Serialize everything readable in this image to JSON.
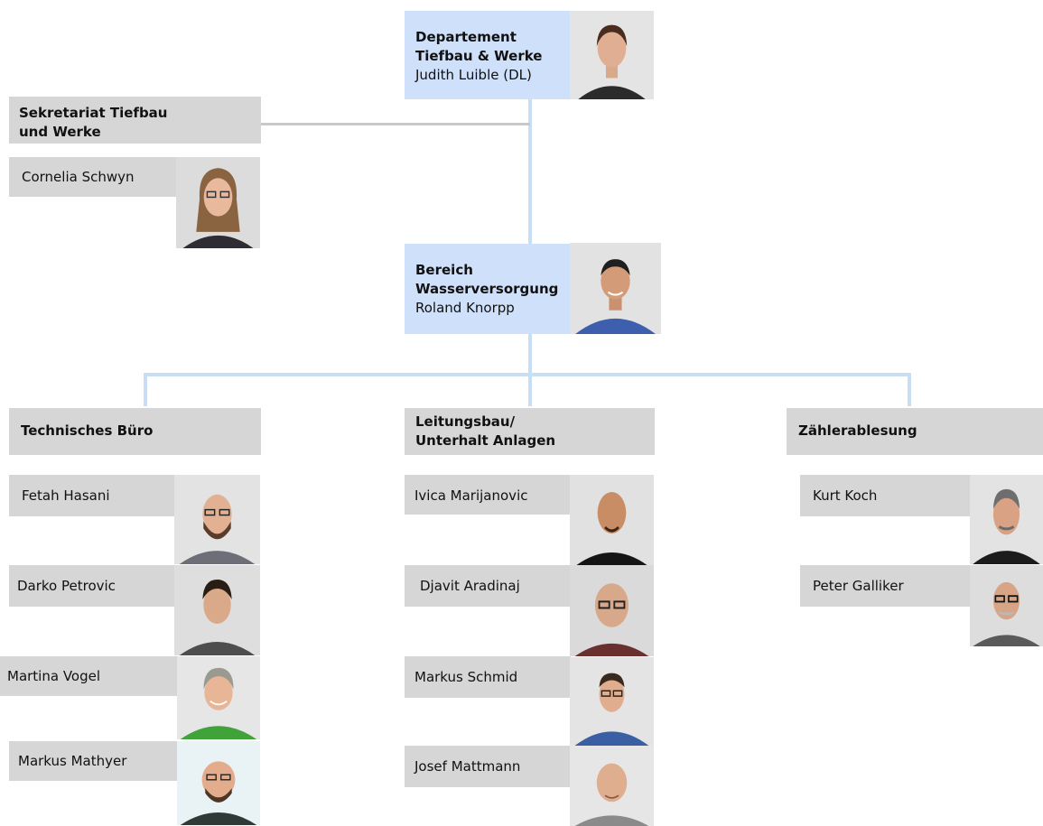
{
  "colors": {
    "box_grey": "#d6d6d6",
    "box_blue": "#cfe0fb",
    "connector": "#c9ddf3"
  },
  "department": {
    "title_line1": "Departement",
    "title_line2": "Tiefbau & Werke",
    "person": "Judith Luible (DL)"
  },
  "secretariat": {
    "title_line1": "Sekretariat Tiefbau",
    "title_line2": "und Werke",
    "person": "Cornelia Schwyn"
  },
  "area": {
    "title_line1": "Bereich",
    "title_line2": "Wasserversorgung",
    "person": "Roland Knorpp"
  },
  "teams": [
    {
      "title_line1": "Technisches Büro",
      "title_line2": "",
      "members": [
        "Fetah Hasani",
        "Darko Petrovic",
        "Martina Vogel",
        "Markus Mathyer"
      ]
    },
    {
      "title_line1": "Leitungsbau/",
      "title_line2": "Unterhalt Anlagen",
      "members": [
        "Ivica Marijanovic",
        "Djavit Aradinaj",
        "Markus Schmid",
        "Josef Mattmann"
      ]
    },
    {
      "title_line1": "Zählerablesung",
      "title_line2": "",
      "members": [
        "Kurt Koch",
        "Peter Galliker"
      ]
    }
  ]
}
